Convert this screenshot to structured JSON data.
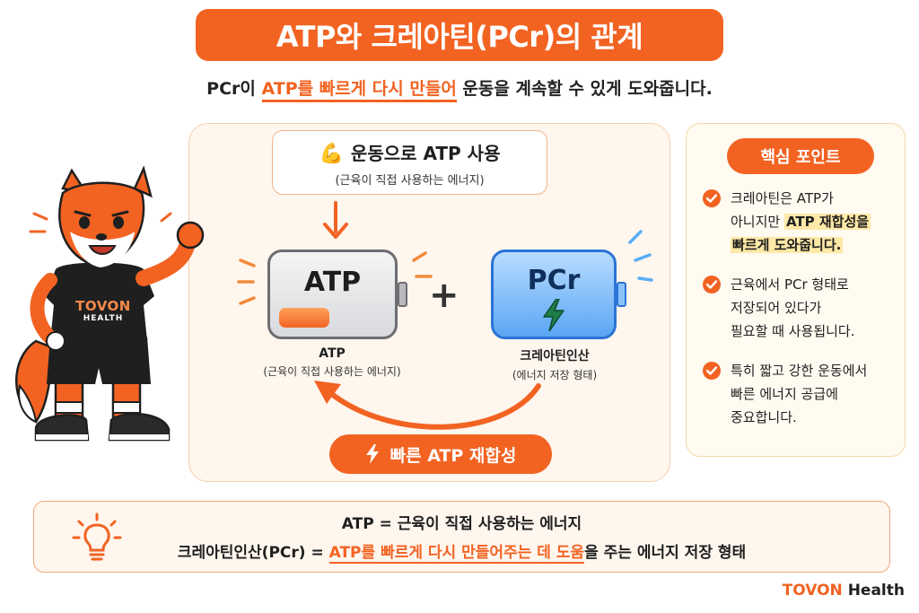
{
  "title": "ATP와 크레아틴(PCr)의 관계",
  "subtitle": {
    "prefix": "PCr이 ",
    "highlight": "ATP를 빠르게 다시 만들어",
    "suffix": " 운동을 계속할 수 있게 도와줍니다."
  },
  "exercise_box": {
    "icon": "flexed-biceps-icon",
    "title": "운동으로 ATP 사용",
    "desc": "(근육이 직접 사용하는 에너지)"
  },
  "atp_battery": {
    "label": "ATP",
    "name": "ATP",
    "desc": "(근육이 직접 사용하는 에너지)",
    "fill_fraction": 0.35
  },
  "plus": "+",
  "pcr_battery": {
    "label": "PCr",
    "name": "크레아틴인산",
    "desc": "(에너지 저장 형태)"
  },
  "resynthesis": {
    "label": "빠른 ATP 재합성",
    "icon": "lightning-bolt-icon"
  },
  "key_points": {
    "title": "핵심 포인트",
    "items": [
      {
        "lines": [
          "크레아틴은 ATP가",
          "아니지만 "
        ],
        "highlight": "ATP 재합성을",
        "highlight2": "빠르게 도와줍니다."
      },
      {
        "lines": [
          "근육에서 PCr 형태로",
          "저장되어 있다가",
          "필요할 때 사용됩니다."
        ]
      },
      {
        "lines": [
          "특히 짧고 강한 운동에서",
          "빠른 에너지 공급에",
          "중요합니다."
        ]
      }
    ]
  },
  "summary": {
    "line1": "ATP = 근육이 직접 사용하는 에너지",
    "line2_prefix": "크레아틴인산(PCr) = ",
    "line2_highlight": "ATP를 빠르게 다시 만들어주는 데 도움",
    "line2_suffix": "을 주는 에너지 저장 형태",
    "icon": "lightbulb-icon"
  },
  "mascot_shirt": {
    "line1": "TOVON",
    "line2": "HEALTH"
  },
  "brand": {
    "part1": "TOVON",
    "part2": " Health"
  },
  "colors": {
    "accent": "#f26322",
    "pcr_blue": "#2b73d6",
    "highlight_yellow": "#fde8a6"
  }
}
